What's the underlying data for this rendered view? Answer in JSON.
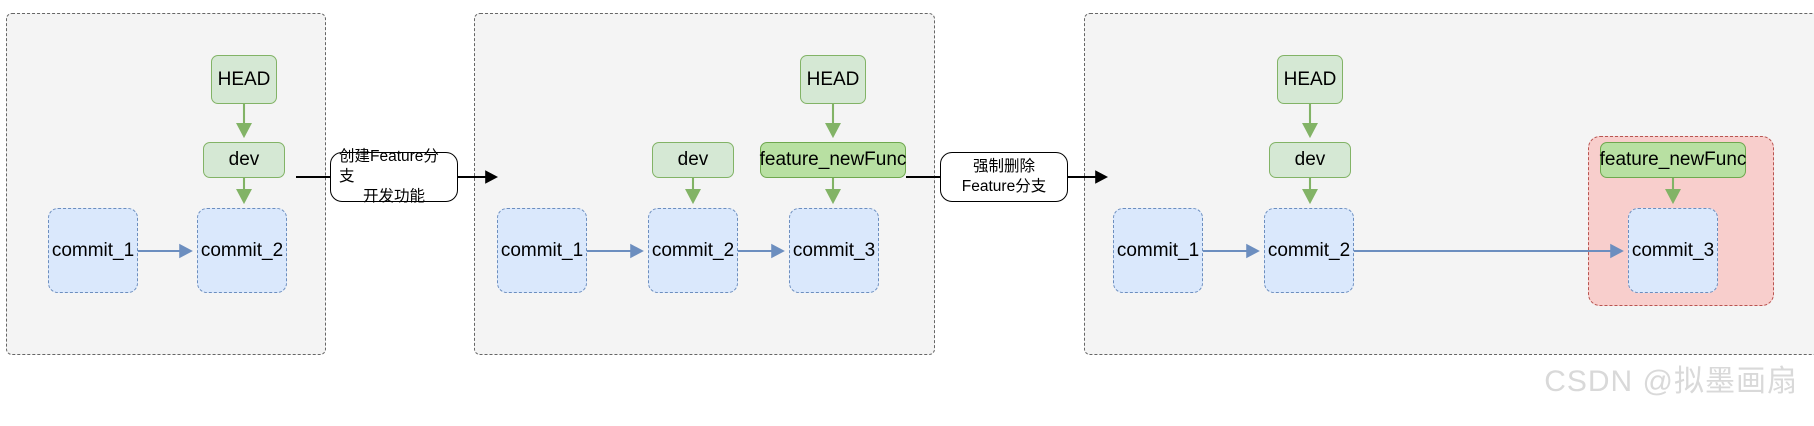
{
  "diagram": {
    "title": "Git feature branch force-delete flow",
    "watermark": "CSDN @拟墨画扇",
    "colors": {
      "panel_fill": "#f4f4f4",
      "panel_border": "#666666",
      "green_fill": "#d5e8d4",
      "green_border": "#82b366",
      "green_strong_fill": "#b8e0a2",
      "green_strong_border": "#6fa84f",
      "commit_fill": "#dae8fc",
      "commit_border": "#6c8ebf",
      "highlight_fill": "#f8cecc",
      "highlight_border": "#b85450",
      "arrow_black": "#000000"
    }
  },
  "panels": [
    {
      "id": "stage-1",
      "nodes": {
        "head": "HEAD",
        "dev": "dev",
        "commit_1": "commit_1",
        "commit_2": "commit_2"
      }
    },
    {
      "id": "stage-2",
      "nodes": {
        "head": "HEAD",
        "dev": "dev",
        "feature": "feature_newFunc",
        "commit_1": "commit_1",
        "commit_2": "commit_2",
        "commit_3": "commit_3"
      }
    },
    {
      "id": "stage-3",
      "nodes": {
        "head": "HEAD",
        "dev": "dev",
        "feature": "feature_newFunc",
        "commit_1": "commit_1",
        "commit_2": "commit_2",
        "commit_3": "commit_3"
      }
    }
  ],
  "transitions": [
    {
      "id": "transition-1",
      "line1": "创建Feature分支",
      "line2": "开发功能"
    },
    {
      "id": "transition-2",
      "line1": "强制删除",
      "line2": "Feature分支"
    }
  ]
}
